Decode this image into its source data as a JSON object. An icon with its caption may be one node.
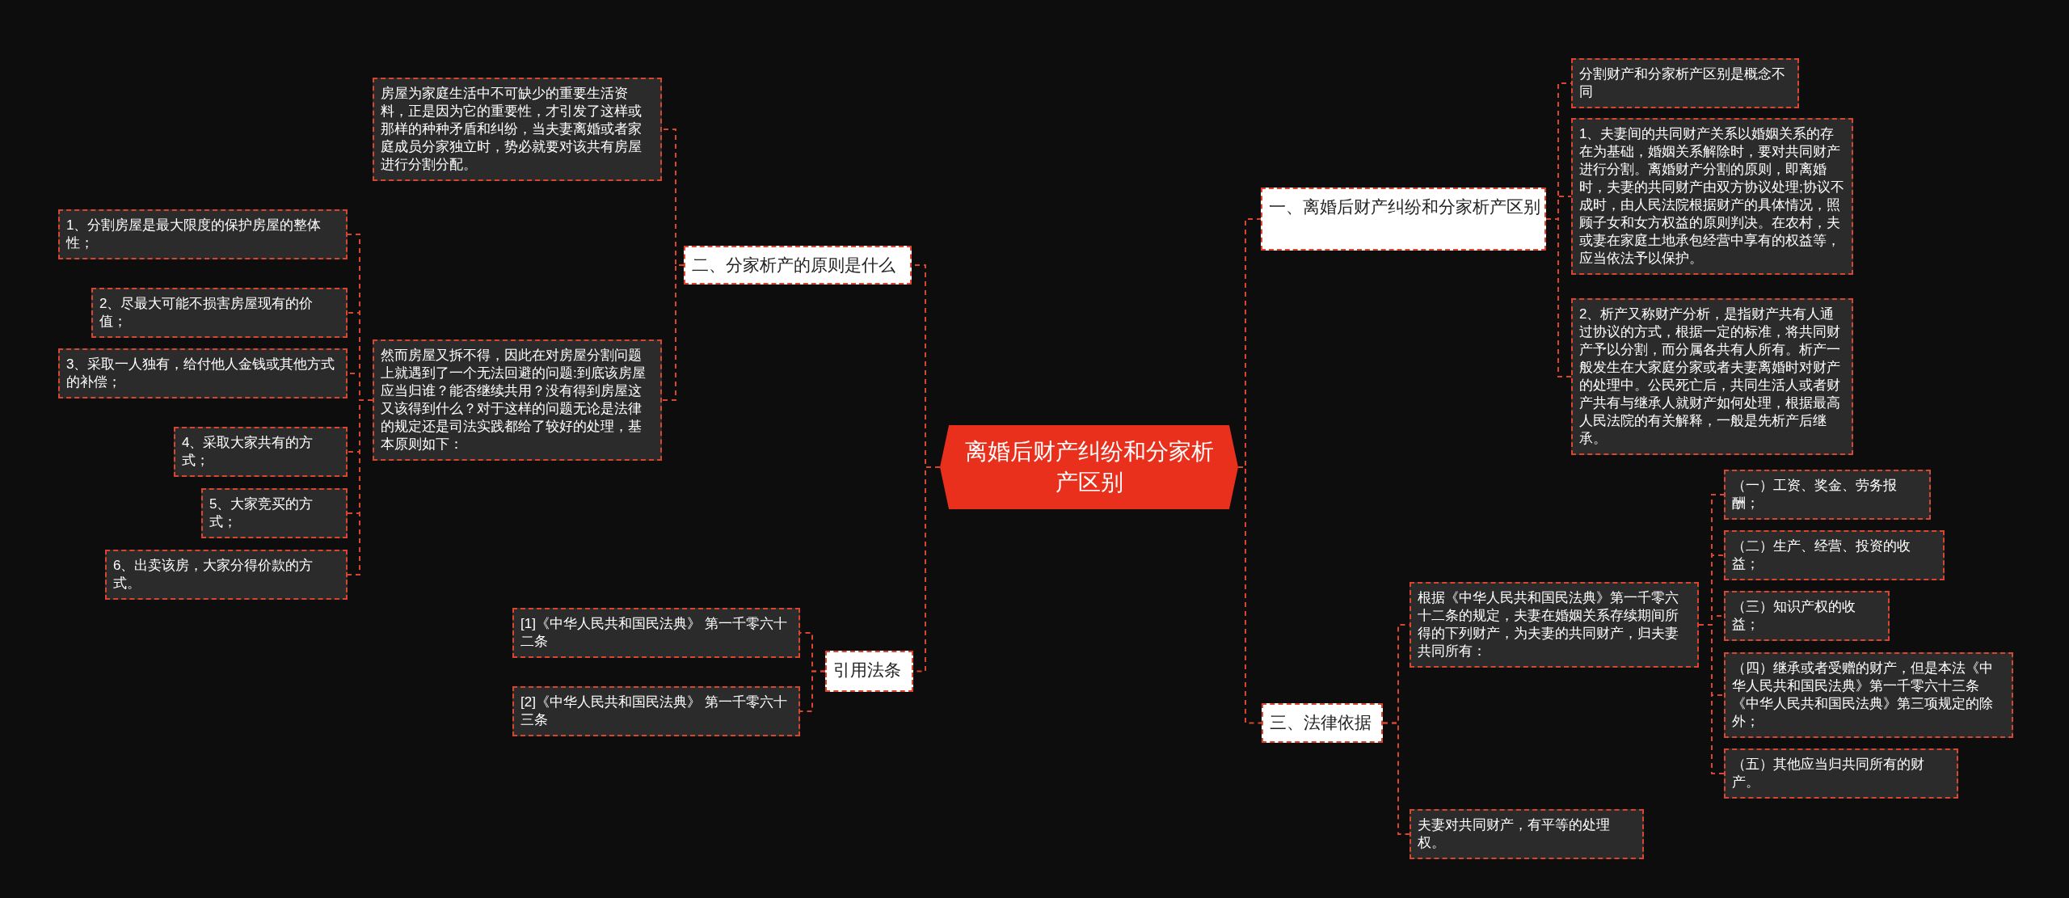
{
  "diagram": {
    "nodes": [
      {
        "text": [
          "离婚后财产纠纷和分家析产区别"
        ]
      },
      {
        "text": [
          "二、分家析产的原则是什么"
        ]
      },
      {
        "text": [
          "房屋为家庭生活中不可缺少的重要生活资料，正是因为它的重要性，才引发了这样或那样的种种矛盾和纠纷，当夫妻离婚或者家庭成员分家独立时，势必就要对该共有房屋进行分割分配。"
        ]
      },
      {
        "text": [
          "然而房屋又拆不得，因此在对房屋分割问题上就遇到了一个无法回避的问题:到底该房屋应当归谁？能否继续共用？没有得到房屋这又该得到什么？对于这样的问题无论是法律的规定还是司法实践都给了较好的处理，基本原则如下："
        ]
      },
      {
        "text": [
          "1、分割房屋是最大限度的保护房屋的整体性；"
        ]
      },
      {
        "text": [
          "2、尽最大可能不损害房屋现有的价值；"
        ]
      },
      {
        "text": [
          "3、采取一人独有，给付他人金钱或其他方式的补偿；"
        ]
      },
      {
        "text": [
          "4、采取大家共有的方式；"
        ]
      },
      {
        "text": [
          "5、大家竞买的方式；"
        ]
      },
      {
        "text": [
          "6、出卖该房，大家分得价款的方式。"
        ]
      },
      {
        "text": [
          "引用法条"
        ]
      },
      {
        "text": [
          "[1]《中华人民共和国民法典》 第一千零六十二条"
        ]
      },
      {
        "text": [
          "[2]《中华人民共和国民法典》 第一千零六十三条"
        ]
      },
      {
        "text": [
          "一、离婚后财产纠纷和分家析产区别"
        ]
      },
      {
        "text": [
          "分割财产和分家析产区别是概念不同"
        ]
      },
      {
        "text": [
          "1、夫妻间的共同财产关系以婚姻关系的存在为基础，婚姻关系解除时，要对共同财产进行分割。离婚财产分割的原则，即离婚时，夫妻的共同财产由双方协议处理;协议不成时，由人民法院根据财产的具体情况，照顾子女和女方权益的原则判决。在农村，夫或妻在家庭土地承包经营中享有的权益等，应当依法予以保护。"
        ]
      },
      {
        "text": [
          "2、析产又称财产分析，是指财产共有人通过协议的方式，根据一定的标准，将共同财产予以分割，而分属各共有人所有。析产一般发生在大家庭分家或者夫妻离婚时对财产的处理中。公民死亡后，共同生活人或者财产共有与继承人就财产如何处理，根据最高人民法院的有关解释，一般是先析产后继承。"
        ]
      },
      {
        "text": [
          "三、法律依据"
        ]
      },
      {
        "text": [
          "根据《中华人民共和国民法典》第一千零六十二条的规定，夫妻在婚姻关系存续期间所得的下列财产，为夫妻的共同财产，归夫妻共同所有："
        ]
      },
      {
        "text": [
          "（一）工资、奖金、劳务报酬；"
        ]
      },
      {
        "text": [
          "（二）生产、经营、投资的收益；"
        ]
      },
      {
        "text": [
          "（三）知识产权的收益；"
        ]
      },
      {
        "text": [
          "（四）继承或者受赠的财产，但是本法《中华人民共和国民法典》第一千零六十三条《中华人民共和国民法典》第三项规定的除外；"
        ]
      },
      {
        "text": [
          "（五）其他应当归共同所有的财产。"
        ]
      },
      {
        "text": [
          "夫妻对共同财产，有平等的处理权。"
        ]
      }
    ],
    "edges": [
      {
        "from": 0,
        "to": 1,
        "arrow": "none"
      },
      {
        "from": 1,
        "to": 2,
        "arrow": "none"
      },
      {
        "from": 1,
        "to": 3,
        "arrow": "none"
      },
      {
        "from": 3,
        "to": 4,
        "arrow": "none"
      },
      {
        "from": 3,
        "to": 5,
        "arrow": "none"
      },
      {
        "from": 3,
        "to": 6,
        "arrow": "none"
      },
      {
        "from": 3,
        "to": 7,
        "arrow": "none"
      },
      {
        "from": 3,
        "to": 8,
        "arrow": "none"
      },
      {
        "from": 3,
        "to": 9,
        "arrow": "none"
      },
      {
        "from": 0,
        "to": 10,
        "arrow": "none"
      },
      {
        "from": 10,
        "to": 11,
        "arrow": "none"
      },
      {
        "from": 10,
        "to": 12,
        "arrow": "none"
      },
      {
        "from": 0,
        "to": 13,
        "arrow": "none"
      },
      {
        "from": 13,
        "to": 14,
        "arrow": "none"
      },
      {
        "from": 13,
        "to": 15,
        "arrow": "none"
      },
      {
        "from": 13,
        "to": 16,
        "arrow": "none"
      },
      {
        "from": 0,
        "to": 17,
        "arrow": "none"
      },
      {
        "from": 17,
        "to": 18,
        "arrow": "none"
      },
      {
        "from": 18,
        "to": 19,
        "arrow": "none"
      },
      {
        "from": 18,
        "to": 20,
        "arrow": "none"
      },
      {
        "from": 18,
        "to": 21,
        "arrow": "none"
      },
      {
        "from": 18,
        "to": 22,
        "arrow": "none"
      },
      {
        "from": 18,
        "to": 23,
        "arrow": "none"
      },
      {
        "from": 17,
        "to": 24,
        "arrow": "none"
      }
    ]
  }
}
